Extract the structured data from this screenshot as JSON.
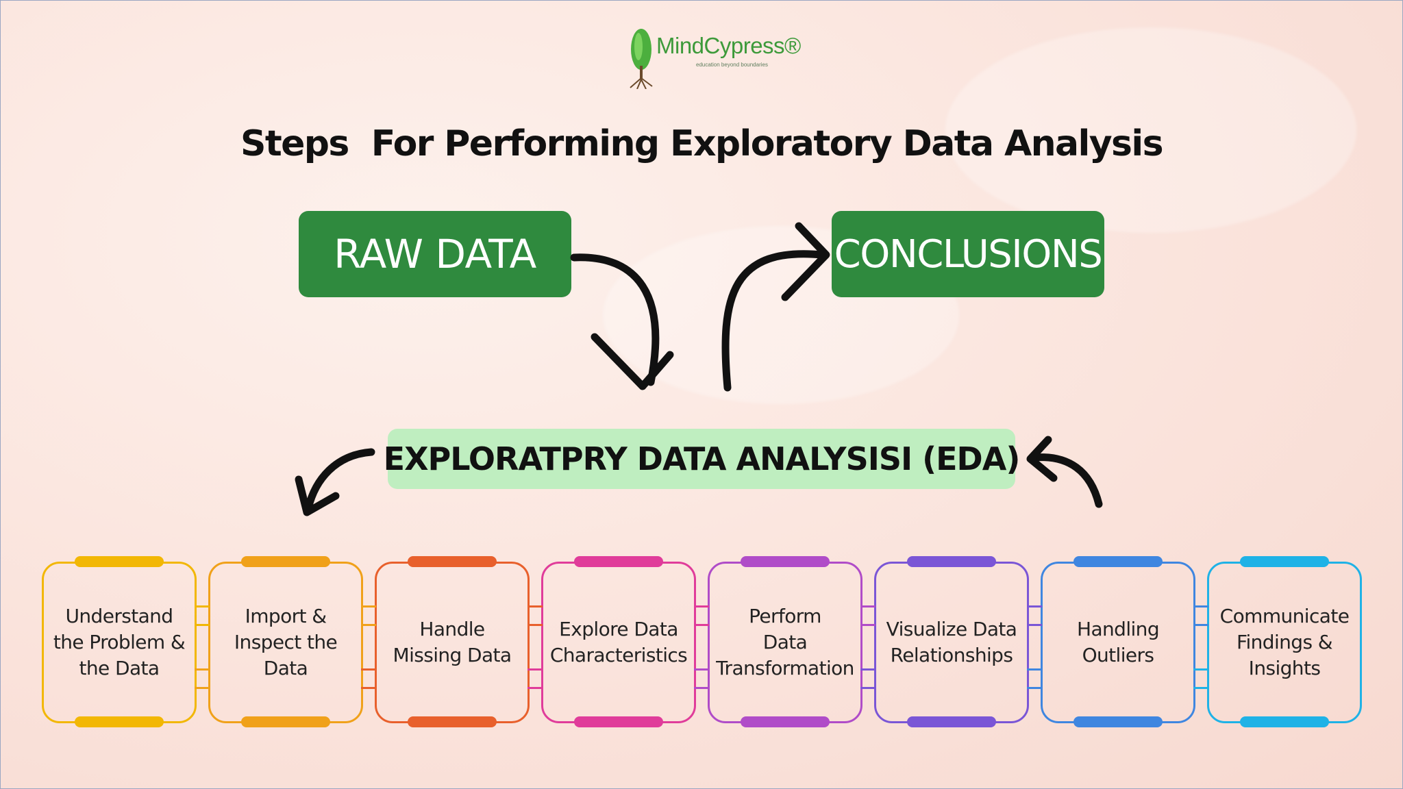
{
  "logo": {
    "name": "MindCypress®",
    "tagline": "education beyond boundaries"
  },
  "title": "Steps  For Performing Exploratory Data Analysis",
  "boxes": {
    "raw_data": "RAW DATA",
    "conclusions": "CONCLUSIONS"
  },
  "eda_label": "EXPLORATPRY DATA ANALYSISI (EDA)",
  "steps": [
    {
      "label": "Understand\nthe Problem &\nthe Data",
      "color": "#f2b705"
    },
    {
      "label": "Import &\nInspect the\nData",
      "color": "#f0a11a"
    },
    {
      "label": "Handle\nMissing Data",
      "color": "#e8602c"
    },
    {
      "label": "Explore Data\nCharacteristics",
      "color": "#e03c9a"
    },
    {
      "label": "Perform\nData\nTransformation",
      "color": "#b04cc8"
    },
    {
      "label": "Visualize Data\nRelationships",
      "color": "#7a56d6"
    },
    {
      "label": "Handling\nOutliers",
      "color": "#3f86e0"
    },
    {
      "label": "Communicate\nFindings &\nInsights",
      "color": "#1fb2e6"
    }
  ],
  "colors": {
    "green_box": "#2f8a3e",
    "eda_bg": "#bfeec0",
    "arrow": "#111111"
  }
}
